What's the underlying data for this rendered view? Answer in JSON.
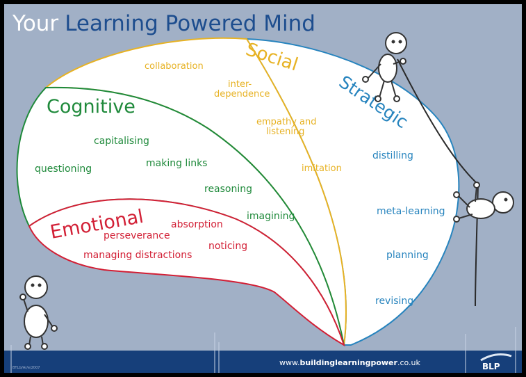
{
  "title": {
    "part1": "Your",
    "part2": "Learning Powered Mind"
  },
  "regions": {
    "social": {
      "label": "Social",
      "color": "#e7b223",
      "items": [
        "collaboration",
        "inter-",
        "dependence",
        "empathy and",
        "listening",
        "imitation"
      ]
    },
    "strategic": {
      "label": "Strategic",
      "color": "#2784be",
      "items": [
        "distilling",
        "meta-learning",
        "planning",
        "revising"
      ]
    },
    "cognitive": {
      "label": "Cognitive",
      "color": "#1f8a3b",
      "items": [
        "capitalising",
        "questioning",
        "making links",
        "reasoning",
        "imagining"
      ]
    },
    "emotional": {
      "label": "Emotional",
      "color": "#d21f35",
      "items": [
        "perseverance",
        "absorption",
        "managing distractions",
        "noticing"
      ]
    }
  },
  "footer": {
    "url_prefix": "www.",
    "url_bold": "buildinglearningpower",
    "url_suffix": ".co.uk",
    "logo": "BLP",
    "small_print": "BTLG/Ar/e/2007"
  },
  "colors": {
    "background": "#a1b0c6",
    "footer": "#163f7a",
    "title_light": "#ffffff",
    "title_dark": "#1d4d8e",
    "outline": "#333333"
  },
  "icons": [
    "stick-figure-climber-top",
    "stick-figure-climber-rope",
    "stick-figure-waving",
    "rope"
  ]
}
